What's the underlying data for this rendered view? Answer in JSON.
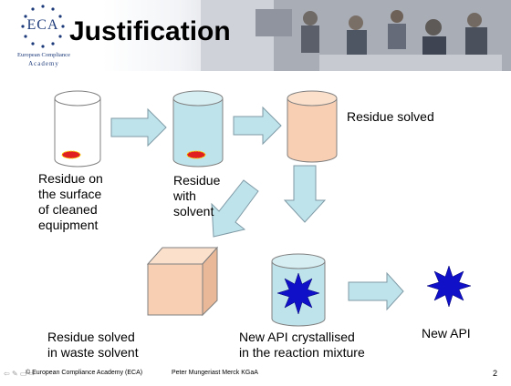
{
  "logo": {
    "initials": "ECA",
    "line1": "European Compliance",
    "line2": "Academy"
  },
  "slide": {
    "title": "Justification",
    "page_number": "2"
  },
  "labels": {
    "residue_surface": [
      "Residue on",
      "the surface",
      "of cleaned",
      "equipment"
    ],
    "residue_solvent": [
      "Residue",
      "with",
      "solvent"
    ],
    "residue_solved": "Residue solved",
    "waste": [
      "Residue solved",
      "in waste solvent"
    ],
    "crystallised": [
      "New API crystallised",
      "in the reaction mixture"
    ],
    "new_api": "New API"
  },
  "footer": {
    "copyright": "© European Compliance Academy (ECA)",
    "author": "Peter Mungeriast Merck KGaA"
  },
  "colors": {
    "empty_cyl": "#ffffff",
    "solvent": "#bfe3ea",
    "solved": "#f9cfb3",
    "waste_box": "#f9cfb3",
    "arrow": "#bfe3ea",
    "residue_dot": "#e02020",
    "api_star": "#1010c8"
  }
}
